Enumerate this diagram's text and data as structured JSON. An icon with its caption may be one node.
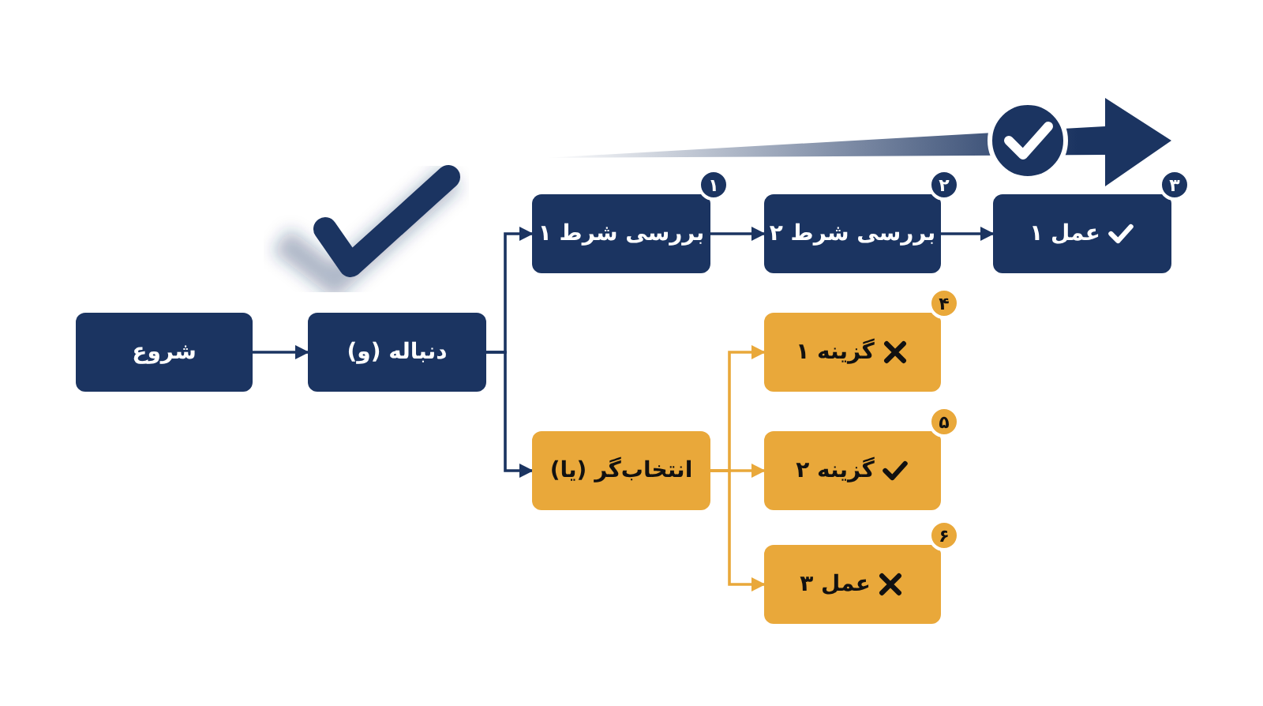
{
  "diagram": {
    "nodes": [
      {
        "text": [
          "شروع"
        ]
      },
      {
        "text": [
          "دنباله (و)"
        ]
      },
      {
        "text": [
          "بررسی شرط ۱"
        ],
        "beside": [
          "۱"
        ]
      },
      {
        "text": [
          "بررسی شرط ۲"
        ],
        "beside": [
          "۲"
        ]
      },
      {
        "text": [
          "عمل ۱"
        ],
        "beside": [
          "۳"
        ]
      },
      {
        "text": [
          "انتخاب‌گر (یا)"
        ]
      },
      {
        "text": [
          "گزینه ۱"
        ],
        "beside": [
          "۴"
        ]
      },
      {
        "text": [
          "گزینه ۲"
        ],
        "beside": [
          "۵"
        ]
      },
      {
        "text": [
          "عمل ۳"
        ],
        "beside": [
          "۶"
        ]
      }
    ],
    "edges": [
      {
        "from": 0,
        "to": 1,
        "arrow": "to"
      },
      {
        "from": 1,
        "to": 2,
        "arrow": "to"
      },
      {
        "from": 1,
        "to": 5,
        "arrow": "to"
      },
      {
        "from": 2,
        "to": 3,
        "arrow": "to"
      },
      {
        "from": 3,
        "to": 4,
        "arrow": "to"
      },
      {
        "from": 5,
        "to": 6,
        "arrow": "to",
        "color": "#e9a83a"
      },
      {
        "from": 5,
        "to": 7,
        "arrow": "to",
        "color": "#e9a83a"
      },
      {
        "from": 5,
        "to": 8,
        "arrow": "to",
        "color": "#e9a83a"
      }
    ]
  }
}
